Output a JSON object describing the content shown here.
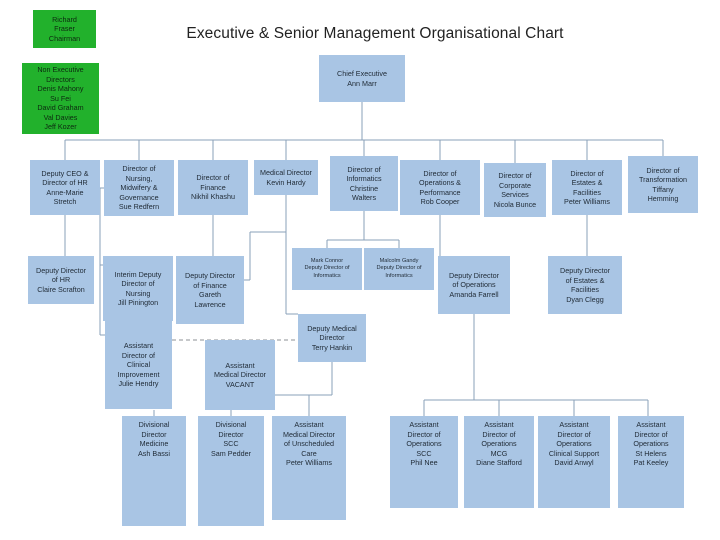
{
  "title": "Executive & Senior Management Organisational Chart",
  "colors": {
    "box_fill": "#a9c5e4",
    "board_fill": "#22b12c",
    "line": "#8aa0b8"
  },
  "chair": "Richard\nFraser\nChairman",
  "non_exec": "Non Executive\nDirectors\nDenis Mahony\nSu Fei\nDavid Graham\nVal Davies\nJeff Kozer",
  "ceo": "Chief Executive\nAnn Marr",
  "directors": {
    "deputy_ceo_hr": "Deputy CEO &\nDirector of HR\nAnne-Marie\nStretch",
    "nursing": "Director of\nNursing,\nMidwifery &\nGovernance\nSue Redfern",
    "finance": "Director of\nFinance\nNikhil Khashu",
    "medical": "Medical Director\nKevin Hardy",
    "informatics": "Director of\nInformatics\nChristine\nWalters",
    "operations": "Director of\nOperations &\nPerformance\nRob Cooper",
    "corporate": "Director of\nCorporate\nServices\nNicola Bunce",
    "estates": "Director of\nEstates &\nFacilities\nPeter Williams",
    "transformation": "Director of\nTransformation\nTiffany\nHemming"
  },
  "deputies": {
    "hr": "Deputy Director\nof HR\nClaire Scrafton",
    "nursing": "Interim Deputy\nDirector of\nNursing\nJill Pinington",
    "finance": "Deputy Director\nof Finance\nGareth\nLawrence",
    "informatics_1": "Mark Connor\nDeputy Director of\nInformatics",
    "informatics_2": "Malcolm Gandy\nDeputy Director of\nInformatics",
    "operations": "Deputy Director\nof Operations\nAmanda Farrell",
    "estates": "Deputy Director\nof Estates &\nFacilities\nDyan Clegg",
    "medical": "Deputy Medical\nDirector\nTerry Hankin"
  },
  "assistants": {
    "clinical_improvement": "Assistant\nDirector of\nClinical\nImprovement\nJulie Hendry",
    "medical_vacant": "Assistant\nMedical Director\nVACANT"
  },
  "bottom_row": {
    "div_medicine": "Divisional\nDirector\nMedicine\nAsh Bassi",
    "div_scc": "Divisional\nDirector\nSCC\nSam Pedder",
    "unscheduled": "Assistant\nMedical Director\nof Unscheduled\nCare\nPeter Williams",
    "ops_scc": "Assistant\nDirector of\nOperations\nSCC\nPhil Nee",
    "ops_mcg": "Assistant\nDirector of\nOperations\nMCG\nDiane Stafford",
    "ops_clinical_support": "Assistant\nDirector of\nOperations\nClinical Support\nDavid Anwyl",
    "ops_st_helens": "Assistant\nDirector of\nOperations\nSt Helens\nPat Keeley"
  }
}
